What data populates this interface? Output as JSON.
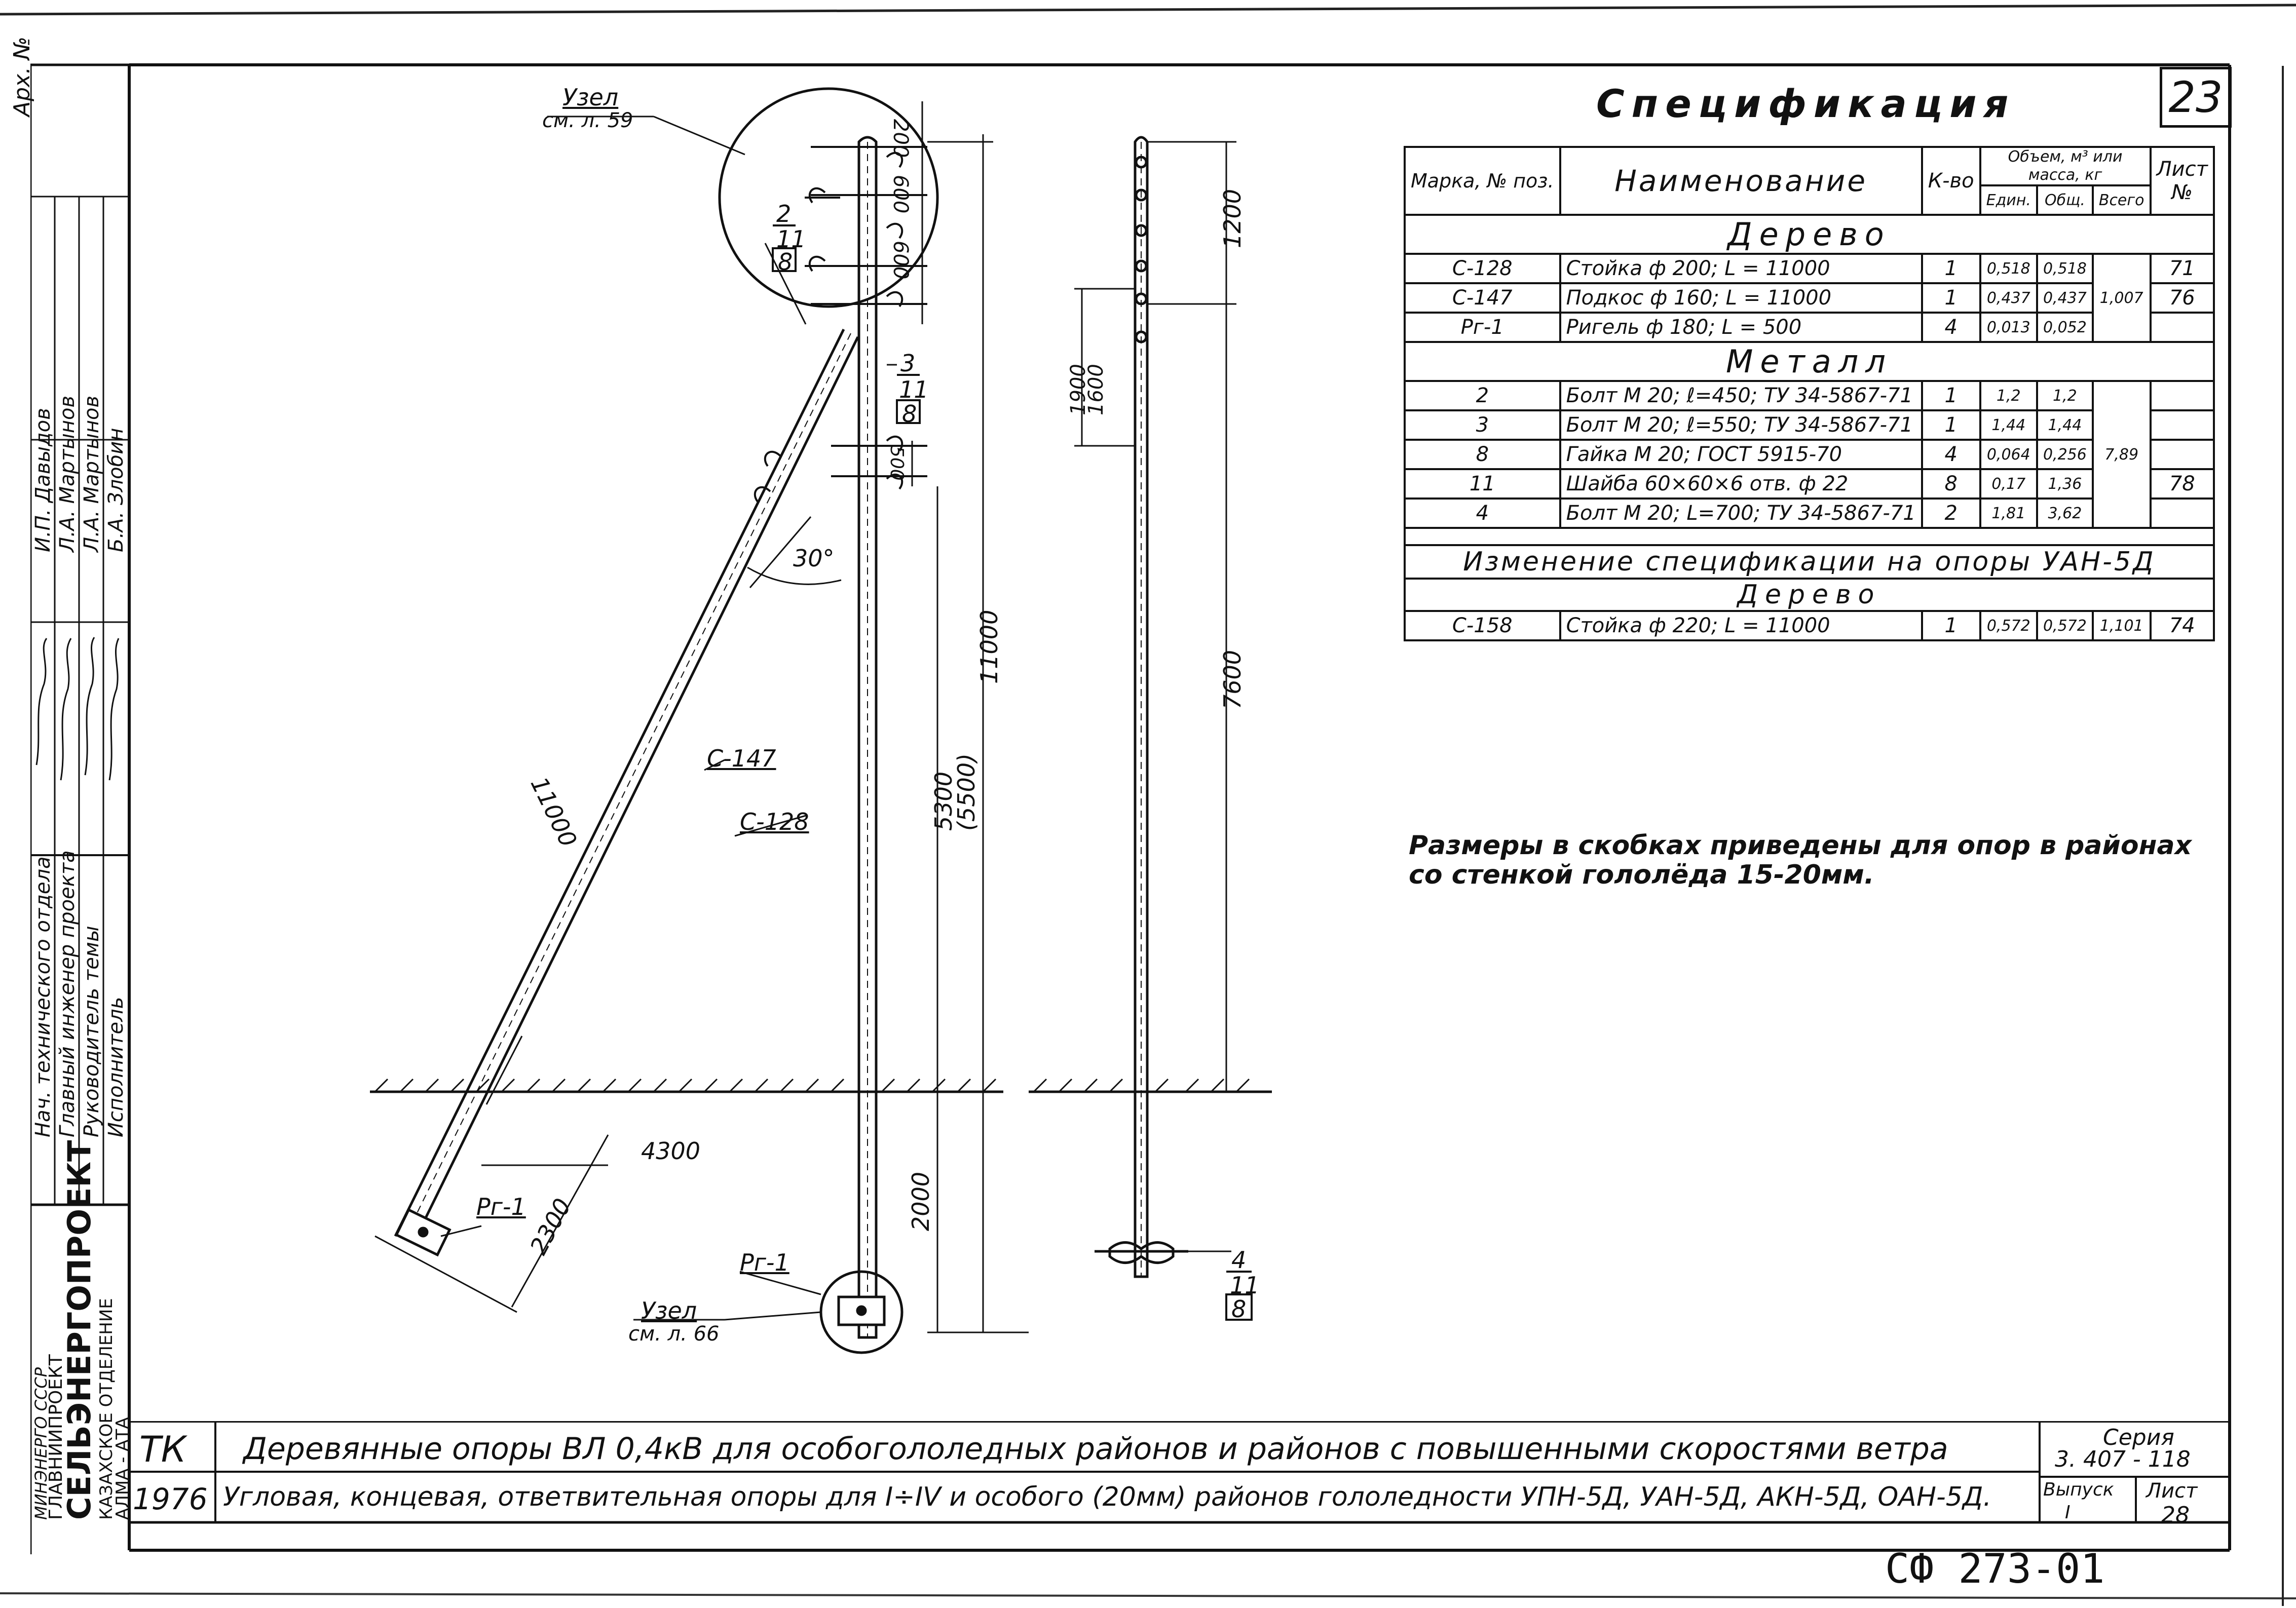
{
  "archive_label": "Арх. №",
  "sheet_top_number": "23",
  "spec": {
    "title": "Спецификация",
    "header": {
      "mark": "Марка, № поз.",
      "name": "Наименование",
      "qty": "К-во",
      "volume": "Объем, м³ или масса, кг",
      "unit": "Един.",
      "common": "Общ.",
      "total": "Всего",
      "sheet": "Лист №"
    },
    "sections": [
      {
        "title": "Дерево",
        "rows": [
          {
            "mark": "С-128",
            "name": "Стойка ф 200;   L = 11000",
            "qty": "1",
            "unit": "0,518",
            "common": "0,518",
            "total": "",
            "sheet": "71"
          },
          {
            "mark": "С-147",
            "name": "Подкос ф 160;   L = 11000",
            "qty": "1",
            "unit": "0,437",
            "common": "0,437",
            "total": "1,007",
            "sheet": "76"
          },
          {
            "mark": "Рг-1",
            "name": "Ригель ф 180;   L = 500",
            "qty": "4",
            "unit": "0,013",
            "common": "0,052",
            "total": "",
            "sheet": ""
          }
        ]
      },
      {
        "title": "Металл",
        "rows": [
          {
            "mark": "2",
            "name": "Болт М 20; ℓ=450; ТУ 34-5867-71",
            "qty": "1",
            "unit": "1,2",
            "common": "1,2",
            "total": "",
            "sheet": ""
          },
          {
            "mark": "3",
            "name": "Болт М 20; ℓ=550; ТУ 34-5867-71",
            "qty": "1",
            "unit": "1,44",
            "common": "1,44",
            "total": "",
            "sheet": ""
          },
          {
            "mark": "8",
            "name": "Гайка М 20; ГОСТ 5915-70",
            "qty": "4",
            "unit": "0,064",
            "common": "0,256",
            "total": "7,89",
            "sheet": ""
          },
          {
            "mark": "11",
            "name": "Шайба 60×60×6   отв. ф 22",
            "qty": "8",
            "unit": "0,17",
            "common": "1,36",
            "total": "",
            "sheet": "78"
          },
          {
            "mark": "4",
            "name": "Болт М 20; L=700; ТУ 34-5867-71",
            "qty": "2",
            "unit": "1,81",
            "common": "3,62",
            "total": "",
            "sheet": ""
          }
        ]
      }
    ],
    "change_title": "Изменение  спецификации  на  опоры  УАН-5Д",
    "change_section_title": "Дерево",
    "change_rows": [
      {
        "mark": "С-158",
        "name": "Стойка ф 220;  L = 11000",
        "qty": "1",
        "unit": "0,572",
        "common": "0,572",
        "total": "1,101",
        "sheet": "74"
      }
    ]
  },
  "note": [
    "Размеры в скобках приведены для опор в районах",
    "со стенкой  гололёда  15-20мм."
  ],
  "drawing": {
    "node_top": "Узел",
    "node_top_ref": "см. л. 59",
    "node_bottom": "Узел",
    "node_bottom_ref": "см. л. 66",
    "pos_2": "2",
    "pos_11": "11",
    "pos_8": "8",
    "pos_3": "3",
    "pos_11b": "11",
    "pos_8b": "8",
    "pos_4": "4",
    "pos_11c": "11",
    "pos_8c": "8",
    "brace_mark": "С-147",
    "pole_mark": "С-128",
    "crossbar_mark_1": "Рг-1",
    "crossbar_mark_2": "Рг-1",
    "angle": "30°",
    "dims": {
      "d200": "200",
      "d600a": "600",
      "d600b": "600",
      "d500": "500",
      "d11000_brace": "11000",
      "d11000_pole": "11000",
      "d5300": "5300",
      "d5500": "(5500)",
      "d2000": "2000",
      "d4300": "4300",
      "d2300": "2300",
      "d1200": "1200",
      "d1900": "1900",
      "d1600": "1600",
      "d7600": "7600"
    }
  },
  "side_stamp": {
    "roles": [
      "Нач. технического отдела",
      "Главный инженер проекта",
      "Руководитель темы",
      "Исполнитель"
    ],
    "names": [
      "И.П. Давыдов",
      "Л.А. Мартынов",
      "Л.А. Мартынов",
      "Б.А. Злобин"
    ],
    "org_lines": [
      "МИНЭНЕРГО СССР",
      "ГЛАВНИИПРОЕКТ",
      "СЕЛЬЭНЕРГОПРОЕКТ",
      "КАЗАХСКОЕ ОТДЕЛЕНИЕ",
      "АЛМА - АТА"
    ]
  },
  "title_block": {
    "tk": "ТК",
    "year": "1976",
    "line1": "Деревянные    опоры  ВЛ 0,4кВ  для  особогололедных   районов  и  районов  с  повышенными  скоростями  ветра",
    "line2": "Угловая, концевая, ответвительная  опоры для  I÷IV  и особого (20мм) районов   гололедности  УПН-5Д, УАН-5Д, АКН-5Д,  ОАН-5Д.",
    "series_label": "Серия",
    "series_value": "3. 407 - 118",
    "issue_label": "Выпуск",
    "issue_value": "I",
    "sheet_label": "Лист",
    "sheet_value": "28"
  },
  "bottom_code": "СФ 273-01"
}
